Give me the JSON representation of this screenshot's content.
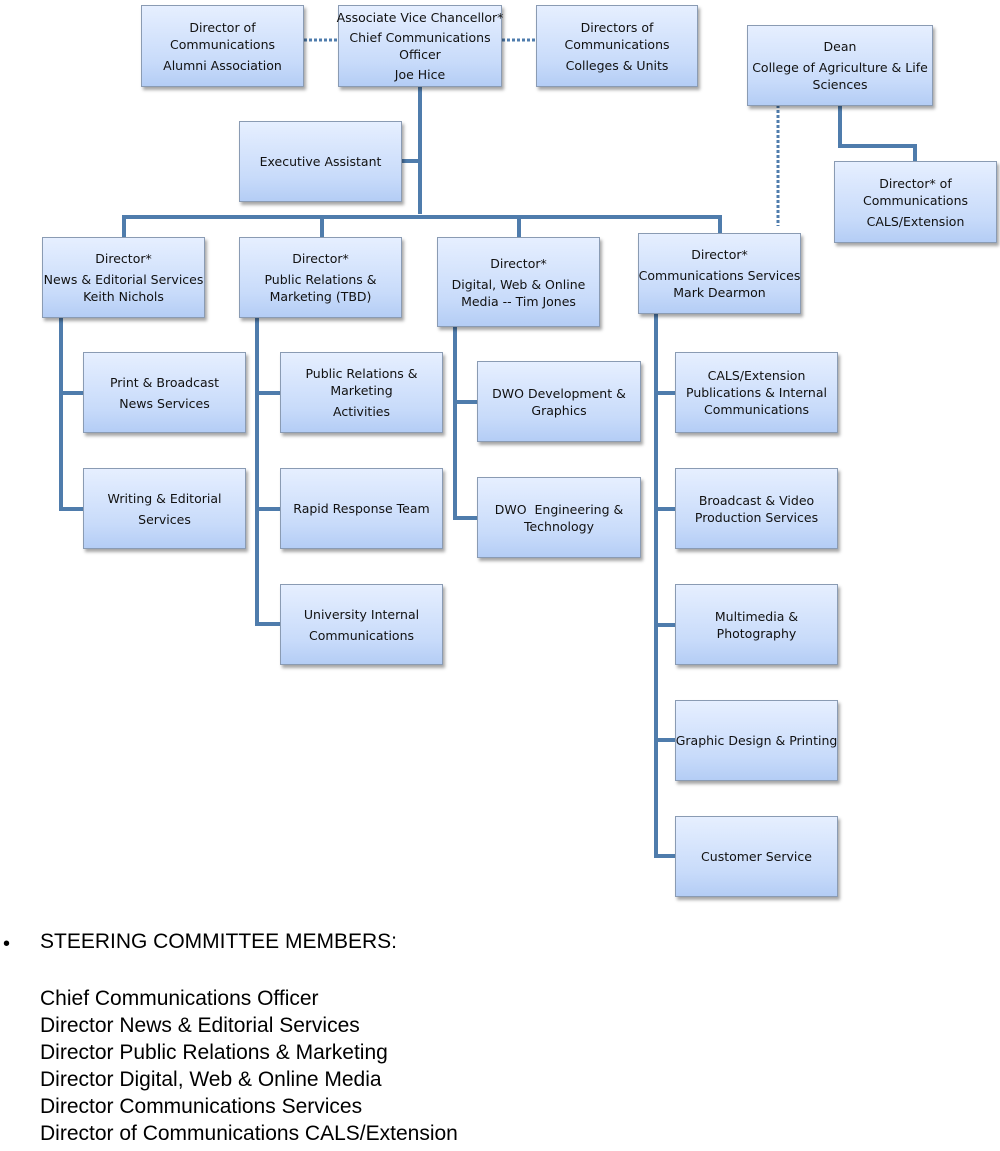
{
  "chart": {
    "top": {
      "alumni": [
        "Director of",
        "Communications",
        "Alumni Association"
      ],
      "avc": [
        "Associate Vice Chancellor*",
        "Chief Communications",
        "Officer",
        "Joe Hice"
      ],
      "colleges": [
        "Directors of",
        "Communications",
        "Colleges & Units"
      ],
      "dean": [
        "Dean",
        "College of Agriculture & Life",
        "Sciences"
      ],
      "cals_director": [
        "Director* of",
        "Communications",
        "CALS/Extension"
      ],
      "exec_assistant": [
        "Executive Assistant"
      ]
    },
    "directors": [
      {
        "title": [
          "Director*",
          "News & Editorial Services",
          "Keith Nichols"
        ],
        "units": [
          [
            "Print & Broadcast",
            "News Services"
          ],
          [
            "Writing & Editorial",
            "Services"
          ]
        ]
      },
      {
        "title": [
          "Director*",
          "Public Relations &",
          "Marketing (TBD)"
        ],
        "units": [
          [
            "Public Relations &",
            "Marketing",
            "Activities"
          ],
          [
            "Rapid Response Team"
          ],
          [
            "University Internal",
            "Communications"
          ]
        ]
      },
      {
        "title": [
          "Director*",
          "Digital, Web & Online",
          "Media -- Tim Jones"
        ],
        "units": [
          [
            "DWO Development &",
            "Graphics"
          ],
          [
            "DWO  Engineering &",
            "Technology"
          ]
        ]
      },
      {
        "title": [
          "Director*",
          "Communications Services",
          "Mark Dearmon"
        ],
        "units": [
          [
            "CALS/Extension",
            "Publications & Internal",
            "Communications"
          ],
          [
            "Broadcast & Video",
            "Production Services"
          ],
          [
            "Multimedia &",
            "Photography"
          ],
          [
            "Graphic Design & Printing"
          ],
          [
            "Customer Service"
          ]
        ]
      }
    ],
    "colors": {
      "line": "#4f7cac",
      "box_top": "#e6efff",
      "box_bottom": "#b4cdf5"
    }
  },
  "steering": {
    "bullet": "•",
    "title": "STEERING COMMITTEE MEMBERS:",
    "members": [
      "Chief Communications Officer",
      "Director News & Editorial Services",
      "Director Public Relations & Marketing",
      "Director Digital, Web & Online Media",
      "Director Communications Services",
      "Director of Communications CALS/Extension"
    ]
  }
}
